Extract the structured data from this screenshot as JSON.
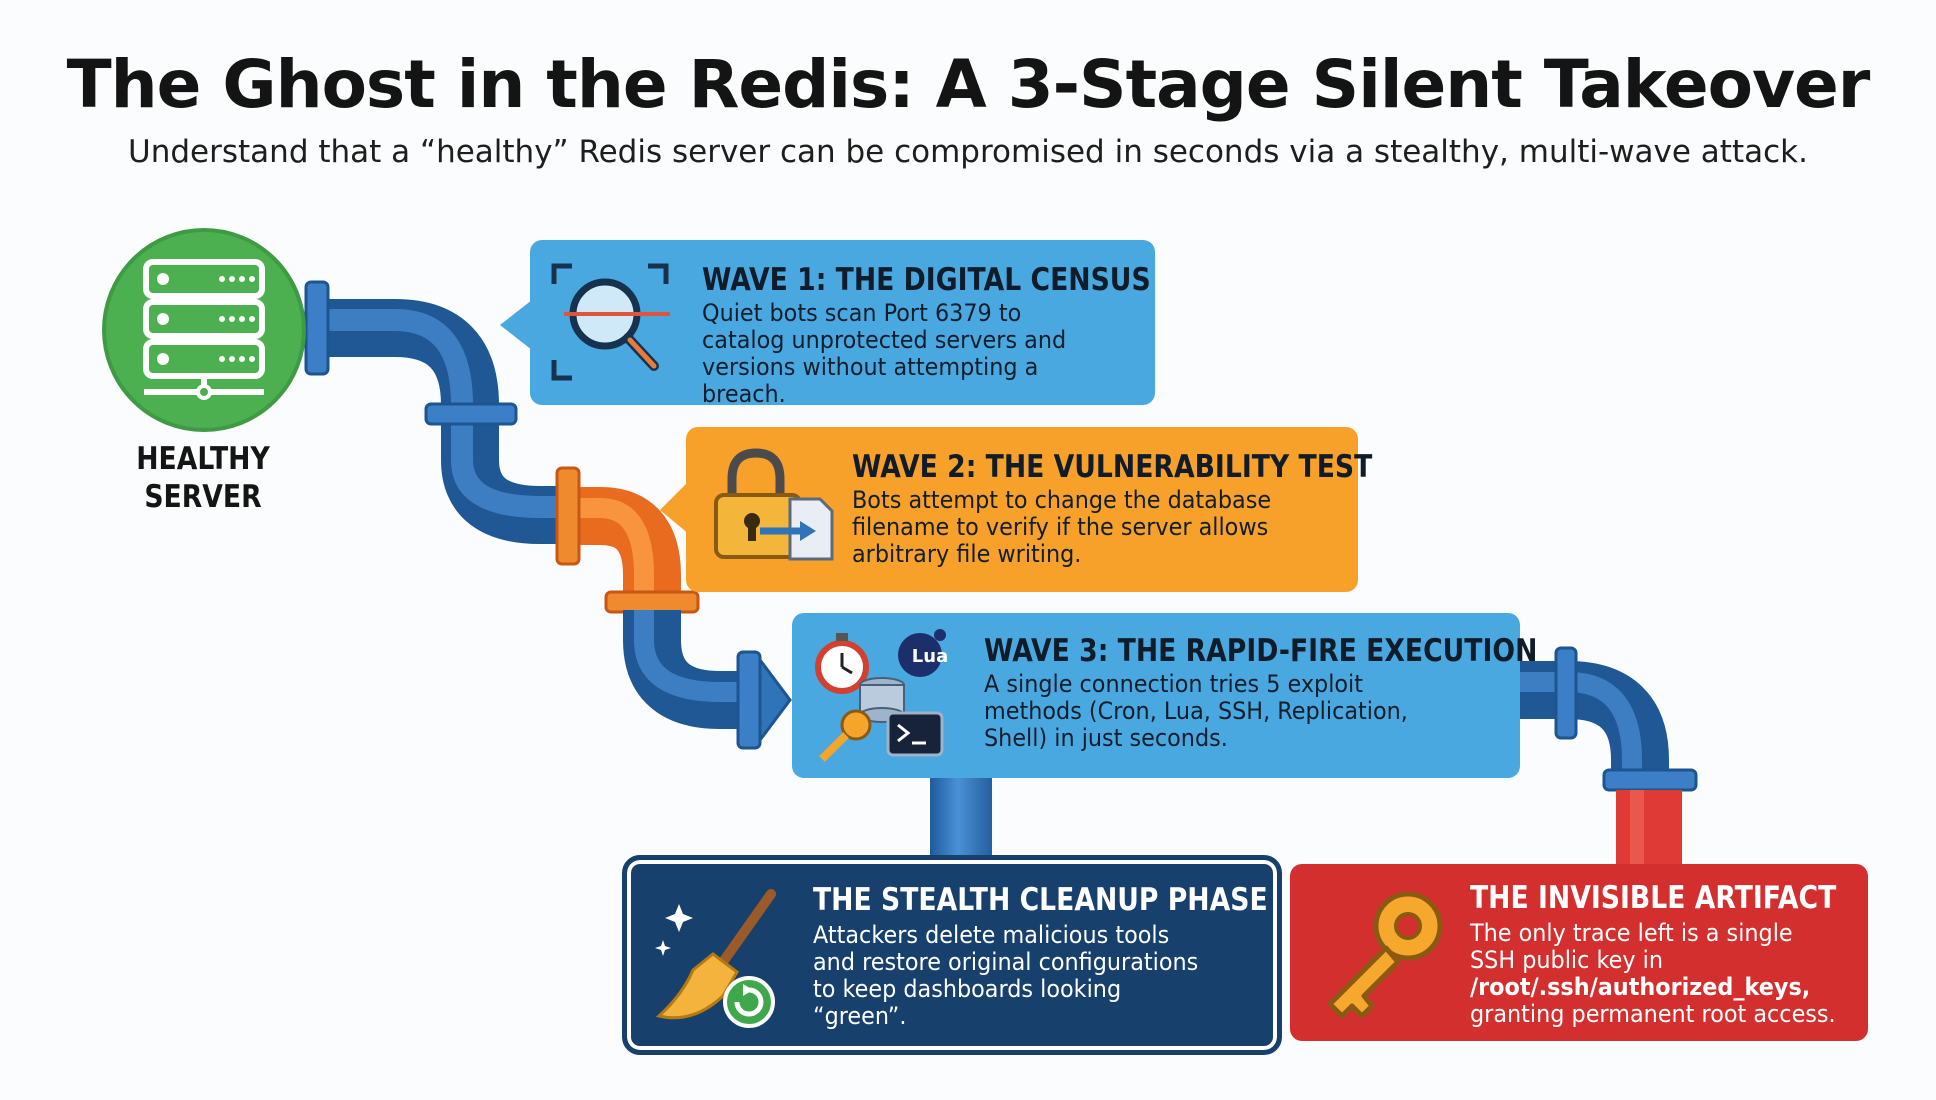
{
  "header": {
    "title": "The Ghost in the Redis: A 3-Stage Silent Takeover",
    "subtitle": "Understand that a “healthy” Redis server can be compromised in seconds via a stealthy, multi-wave attack."
  },
  "server": {
    "label_line1": "HEALTHY",
    "label_line2": "SERVER",
    "icon": "server-rack-icon"
  },
  "waves": [
    {
      "title": "WAVE 1: THE DIGITAL CENSUS",
      "body": "Quiet bots scan Port 6379 to catalog unprotected servers and versions without attempting a breach.",
      "icon": "magnifier-scan-icon"
    },
    {
      "title": "WAVE 2: THE VULNERABILITY TEST",
      "body": "Bots attempt to change the database filename to verify if the server allows arbitrary file writing.",
      "icon": "padlock-file-icon"
    },
    {
      "title": "WAVE 3: THE RAPID-FIRE EXECUTION",
      "body": "A single connection tries 5 exploit methods (Cron, Lua, SSH, Replication, Shell) in just seconds.",
      "icon": "exploit-tools-icon",
      "lua_badge": "Lua"
    }
  ],
  "cleanup": {
    "title": "THE STEALTH CLEANUP PHASE",
    "body": "Attackers delete malicious tools and restore original configurations to keep dashboards looking “green”.",
    "icon": "broom-restore-icon"
  },
  "artifact": {
    "title": "THE INVISIBLE ARTIFACT",
    "body_before": "The only trace left is a single SSH public key in",
    "path": "/root/.ssh/authorized_keys,",
    "body_after": "granting permanent root access.",
    "icon": "key-icon"
  },
  "colors": {
    "pipe_blue": "#2f73b8",
    "pipe_orange": "#f07a2a",
    "pipe_red": "#df3a35",
    "card_blue": "#4aa8e0",
    "card_orange": "#f8a12a",
    "card_navy": "#17406c",
    "card_red": "#d42f2f",
    "server_green": "#4caf50"
  }
}
